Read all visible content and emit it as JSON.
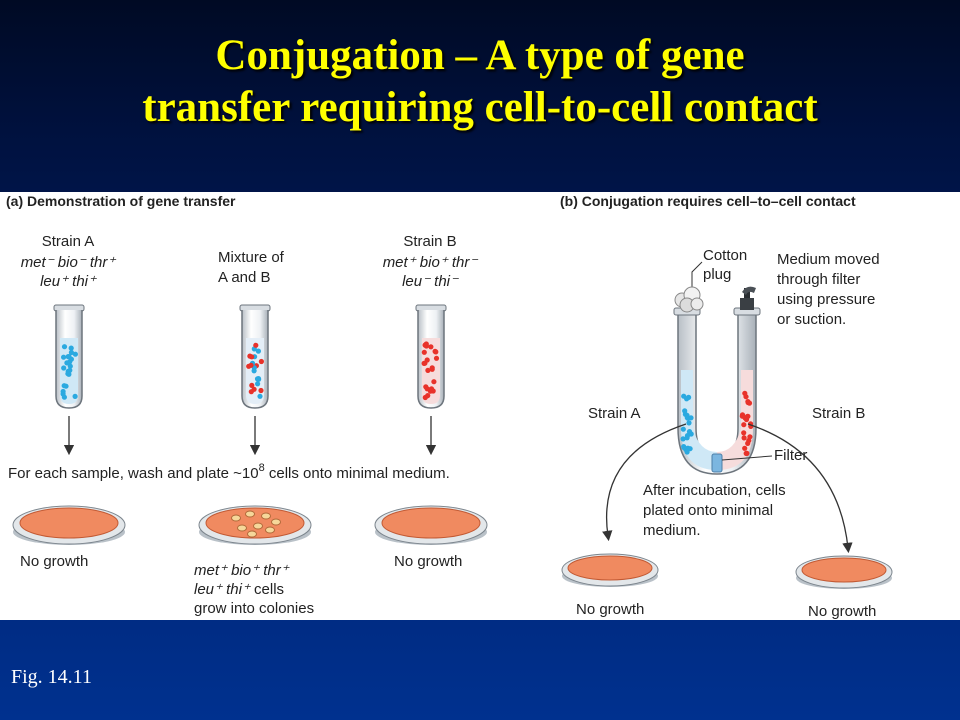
{
  "slide": {
    "title_line1": "Conjugation – A type of gene",
    "title_line2": "transfer requiring cell-to-cell contact",
    "caption": "Fig. 14.11"
  },
  "panel_a": {
    "header": "(a)  Demonstration of gene transfer",
    "strain_a": {
      "name": "Strain A",
      "geno1": "met⁻ bio⁻ thr⁺",
      "geno2": "leu⁺ thi⁺"
    },
    "mixture": {
      "line1": "Mixture of",
      "line2": "A and B"
    },
    "strain_b": {
      "name": "Strain B",
      "geno1": "met⁺ bio⁺ thr⁻",
      "geno2": "leu⁻  thi⁻"
    },
    "instruction_pre": "For each sample, wash and plate ~10",
    "instruction_exp": "8",
    "instruction_post": " cells onto minimal medium.",
    "result_left": "No growth",
    "result_right": "No growth",
    "result_middle": {
      "line1": "met⁺ bio⁺ thr⁺",
      "line2_geno": "leu⁺ thi⁺",
      "line2_text": " cells",
      "line3": "grow into colonies"
    }
  },
  "panel_b": {
    "header": "(b)  Conjugation requires cell–to–cell contact",
    "cotton": {
      "line1": "Cotton",
      "line2": "plug"
    },
    "medium": {
      "line1": "Medium moved",
      "line2": "through filter",
      "line3": "using pressure",
      "line4": "or suction."
    },
    "strain_a": "Strain A",
    "strain_b": "Strain B",
    "filter": "Filter",
    "after": {
      "line1": "After incubation, cells",
      "line2": "plated onto minimal",
      "line3": "medium."
    },
    "result_left": "No growth",
    "result_right": "No growth"
  },
  "colors": {
    "strain_a_cells": "#2aa9e0",
    "strain_b_cells": "#e8322a",
    "agar": "#f08a60",
    "colony": "#f6d79a"
  }
}
